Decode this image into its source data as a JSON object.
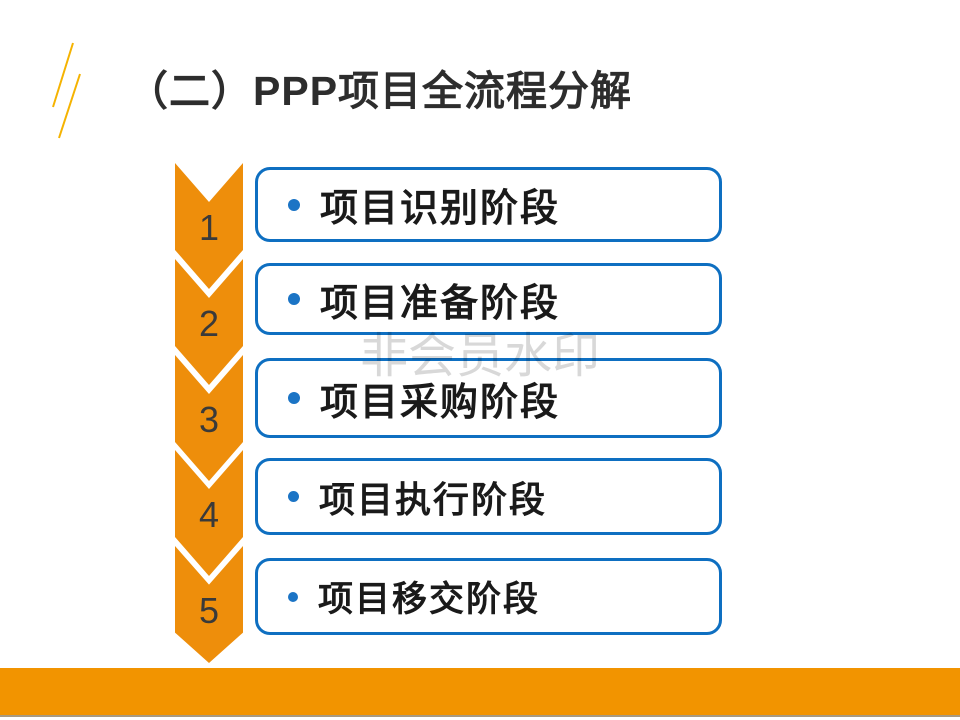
{
  "slide": {
    "title": "（二）PPP项目全流程分解",
    "watermark": "非会员水印"
  },
  "stages": [
    {
      "number": "1",
      "label": "项目识别阶段"
    },
    {
      "number": "2",
      "label": "项目准备阶段"
    },
    {
      "number": "3",
      "label": "项目采购阶段"
    },
    {
      "number": "4",
      "label": "项目执行阶段"
    },
    {
      "number": "5",
      "label": "项目移交阶段"
    }
  ],
  "colors": {
    "chevron_orange": "#ee8e0b",
    "bottom_bar_orange": "#f29400",
    "box_border_blue": "#0e6fc1",
    "bullet_blue": "#1b74c5",
    "accent_gold": "#f2b200",
    "title_text": "#2d2d2d",
    "watermark_gray": "#d8d8d8"
  }
}
